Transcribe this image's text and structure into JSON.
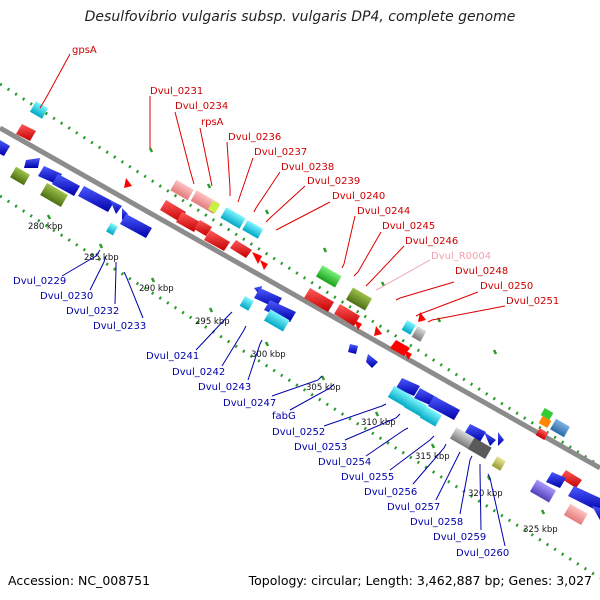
{
  "title": "Desulfovibrio vulgaris subsp. vulgaris DP4, complete genome",
  "footer": {
    "accession": "Accession: NC_008751",
    "summary": "Topology: circular; Length: 3,462,887 bp; Genes: 3,027"
  },
  "colors": {
    "backbone": "#8c8c8c",
    "forward_label": "#cc0000",
    "reverse_label": "#0000aa",
    "rna_label": "#f4a0b0",
    "tick_outer": "#2a9a2a",
    "tick_inner": "#2a9a2a"
  },
  "ticks": [
    {
      "label": "280 kbp"
    },
    {
      "label": "285 kbp"
    },
    {
      "label": "290 kbp"
    },
    {
      "label": "295 kbp"
    },
    {
      "label": "300 kbp"
    },
    {
      "label": "305 kbp"
    },
    {
      "label": "310 kbp"
    },
    {
      "label": "315 kbp"
    },
    {
      "label": "320 kbp"
    },
    {
      "label": "325 kbp"
    }
  ],
  "forward_genes": [
    {
      "label": "gpsA"
    },
    {
      "label": "Dvul_0231"
    },
    {
      "label": "Dvul_0234"
    },
    {
      "label": "rpsA"
    },
    {
      "label": "Dvul_0236"
    },
    {
      "label": "Dvul_0237"
    },
    {
      "label": "Dvul_0238"
    },
    {
      "label": "Dvul_0239"
    },
    {
      "label": "Dvul_0240"
    },
    {
      "label": "Dvul_0244"
    },
    {
      "label": "Dvul_0245"
    },
    {
      "label": "Dvul_0246"
    },
    {
      "label": "Dvul_R0004"
    },
    {
      "label": "Dvul_0248"
    },
    {
      "label": "Dvul_0250"
    },
    {
      "label": "Dvul_0251"
    }
  ],
  "reverse_genes": [
    {
      "label": "Dvul_0229"
    },
    {
      "label": "Dvul_0230"
    },
    {
      "label": "Dvul_0232"
    },
    {
      "label": "Dvul_0233"
    },
    {
      "label": "Dvul_0241"
    },
    {
      "label": "Dvul_0242"
    },
    {
      "label": "Dvul_0243"
    },
    {
      "label": "Dvul_0247"
    },
    {
      "label": "fabG"
    },
    {
      "label": "Dvul_0252"
    },
    {
      "label": "Dvul_0253"
    },
    {
      "label": "Dvul_0254"
    },
    {
      "label": "Dvul_0255"
    },
    {
      "label": "Dvul_0256"
    },
    {
      "label": "Dvul_0257"
    },
    {
      "label": "Dvul_0258"
    },
    {
      "label": "Dvul_0259"
    },
    {
      "label": "Dvul_0260"
    }
  ]
}
